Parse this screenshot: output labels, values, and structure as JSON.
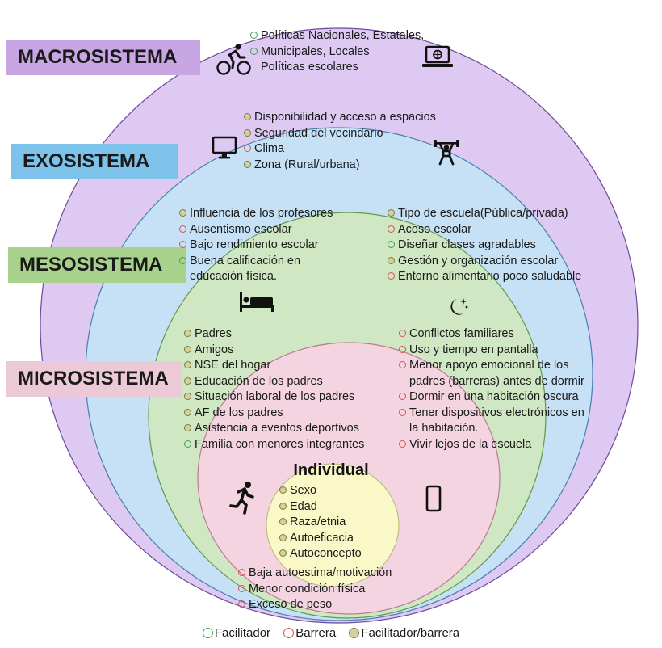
{
  "levels": {
    "macro": "MACROSISTEMA",
    "exo": "EXOSISTEMA",
    "meso": "MESOSISTEMA",
    "micro": "MICROSISTEMA",
    "individual": "Individual"
  },
  "macro_items": [
    {
      "type": "facilitador",
      "lines": [
        "Políticas Nacionales,  Estatales,"
      ]
    },
    {
      "type": "facilitador",
      "lines": [
        "Municipales,  Locales",
        "Políticas escolares"
      ]
    }
  ],
  "exo_items": [
    {
      "type": "facilitador/barrera",
      "lines": [
        "Disponibilidad y acceso a espacios"
      ]
    },
    {
      "type": "facilitador/barrera",
      "lines": [
        "Seguridad del vecindario"
      ]
    },
    {
      "type": "barrera",
      "lines": [
        "Clima"
      ]
    },
    {
      "type": "facilitador/barrera",
      "lines": [
        "Zona (Rural/urbana)"
      ]
    }
  ],
  "meso_left": [
    {
      "type": "facilitador/barrera",
      "lines": [
        "Influencia de los profesores"
      ]
    },
    {
      "type": "barrera",
      "lines": [
        "Ausentismo escolar"
      ]
    },
    {
      "type": "barrera",
      "lines": [
        "Bajo rendimiento escolar"
      ]
    },
    {
      "type": "facilitador",
      "lines": [
        "Buena calificación en",
        "educación física."
      ]
    }
  ],
  "meso_right": [
    {
      "type": "facilitador/barrera",
      "lines": [
        "Tipo de escuela(Pública/privada)"
      ]
    },
    {
      "type": "barrera",
      "lines": [
        "Acoso escolar"
      ]
    },
    {
      "type": "facilitador",
      "lines": [
        "Diseñar clases agradables"
      ]
    },
    {
      "type": "facilitador/barrera",
      "lines": [
        "Gestión y organización escolar"
      ]
    },
    {
      "type": "barrera",
      "lines": [
        "Entorno alimentario poco saludable"
      ]
    }
  ],
  "micro_left": [
    {
      "type": "facilitador/barrera",
      "lines": [
        "Padres"
      ]
    },
    {
      "type": "facilitador/barrera",
      "lines": [
        "Amigos"
      ]
    },
    {
      "type": "facilitador/barrera",
      "lines": [
        "NSE del hogar"
      ]
    },
    {
      "type": "facilitador/barrera",
      "lines": [
        "Educación de los padres"
      ]
    },
    {
      "type": "facilitador/barrera",
      "lines": [
        "Situación laboral de los padres"
      ]
    },
    {
      "type": "facilitador/barrera",
      "lines": [
        "AF de los padres"
      ]
    },
    {
      "type": "facilitador/barrera",
      "lines": [
        "Asistencia a eventos deportivos"
      ]
    },
    {
      "type": "facilitador",
      "lines": [
        "Familia con menores integrantes"
      ]
    }
  ],
  "micro_right": [
    {
      "type": "barrera",
      "lines": [
        "Conflictos familiares"
      ]
    },
    {
      "type": "barrera",
      "lines": [
        "Uso y tiempo en pantalla"
      ]
    },
    {
      "type": "barrera",
      "lines": [
        "Menor apoyo emocional de los",
        "padres (barreras) antes de dormir"
      ]
    },
    {
      "type": "barrera",
      "lines": [
        "Dormir en una habitación oscura"
      ]
    },
    {
      "type": "barrera",
      "lines": [
        "Tener dispositivos electrónicos en",
        "la habitación."
      ]
    },
    {
      "type": "barrera",
      "lines": [
        "Vivir lejos de la escuela"
      ]
    }
  ],
  "individual_items": [
    {
      "type": "facilitador/barrera",
      "lines": [
        "Sexo"
      ]
    },
    {
      "type": "facilitador/barrera",
      "lines": [
        "Edad"
      ]
    },
    {
      "type": "facilitador/barrera",
      "lines": [
        "Raza/etnia"
      ]
    },
    {
      "type": "facilitador/barrera",
      "lines": [
        "Autoeficacia"
      ]
    },
    {
      "type": "facilitador/barrera",
      "lines": [
        "Autoconcepto"
      ]
    }
  ],
  "bottom_items": [
    {
      "type": "barrera",
      "lines": [
        "Baja autoestima/motivación"
      ]
    },
    {
      "type": "barrera",
      "lines": [
        "Menor condición física"
      ]
    },
    {
      "type": "barrera",
      "lines": [
        "Exceso de peso"
      ]
    }
  ],
  "legend": {
    "facilitador": "Facilitador",
    "barrera": "Barrera",
    "facilitador_barrera": "Facilitador/barrera"
  },
  "colors": {
    "macro_fill": "#ddc9f1",
    "exo_fill": "#c6e0f5",
    "meso_fill": "#cfe7c2",
    "micro_fill": "#f4d4e0",
    "individual_fill": "#fbf8c8",
    "facilitador": "#3fa34d",
    "barrera": "#d9534f",
    "facilitador_barrera": "#7a7a3a"
  },
  "icons": [
    "cyclist-icon",
    "laptop-icon",
    "monitor-icon",
    "weightlifter-icon",
    "bed-icon",
    "moon-stars-icon",
    "runner-icon",
    "smartphone-icon"
  ]
}
